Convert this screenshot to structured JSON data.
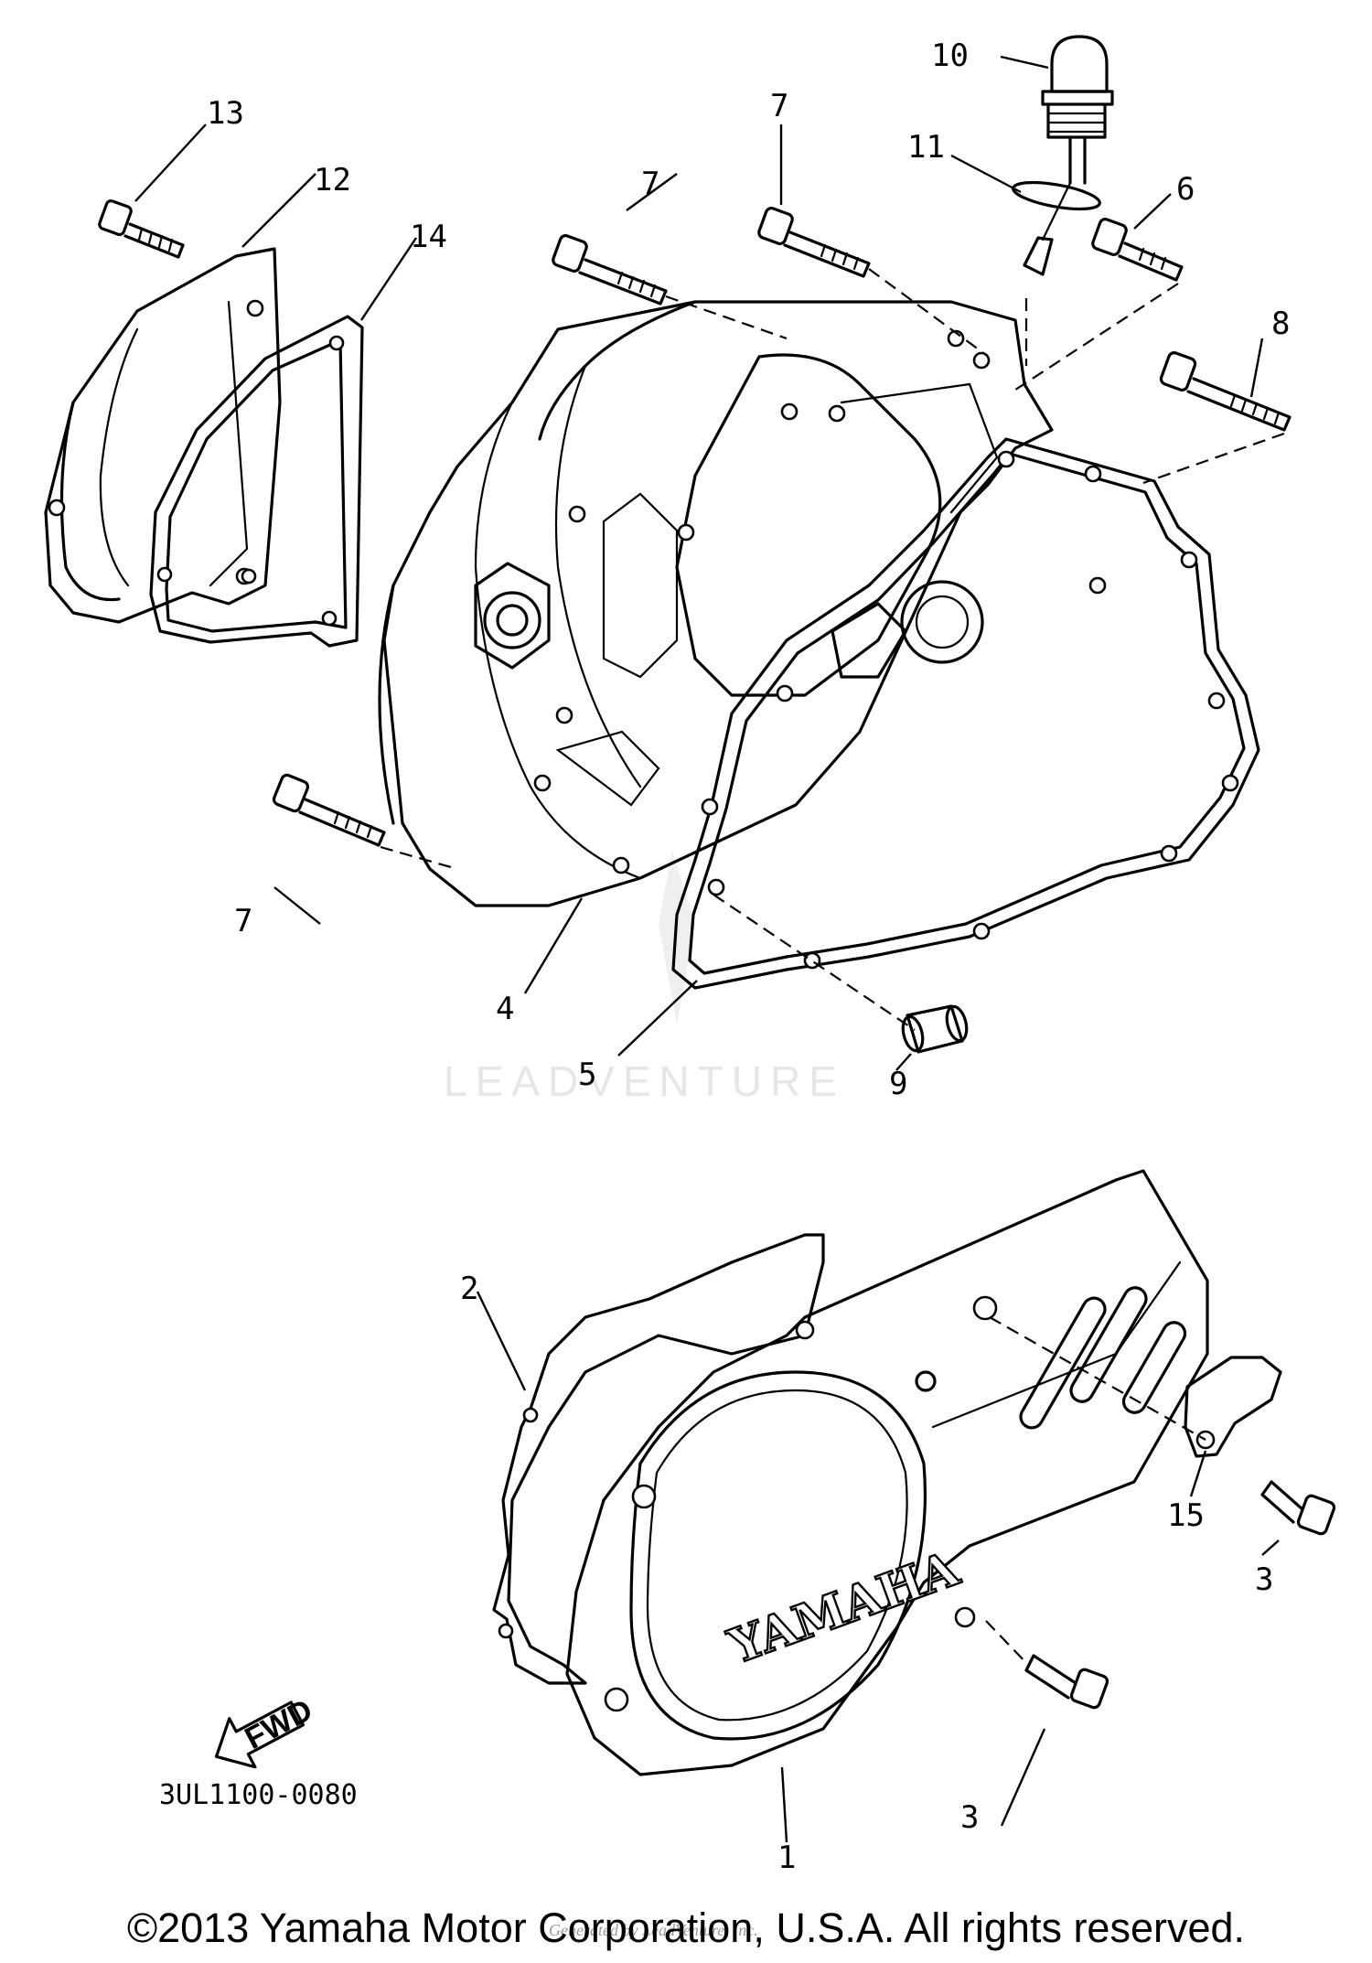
{
  "diagram_code": "3UL1100-0080",
  "brand_text": "YAMAHA",
  "direction_label": "FWD",
  "watermark": "LEADVENTURE",
  "watermark_credit": "Generated by LeadVenture, Inc.",
  "copyright": "©2013 Yamaha Motor Corporation, U.S.A. All rights reserved.",
  "callouts": {
    "c1": "1",
    "c2": "2",
    "c3a": "3",
    "c3b": "3",
    "c4": "4",
    "c5": "5",
    "c6": "6",
    "c7a": "7",
    "c7b": "7",
    "c7c": "7",
    "c8": "8",
    "c9": "9",
    "c10": "10",
    "c11": "11",
    "c12": "12",
    "c13": "13",
    "c14": "14",
    "c15": "15"
  }
}
